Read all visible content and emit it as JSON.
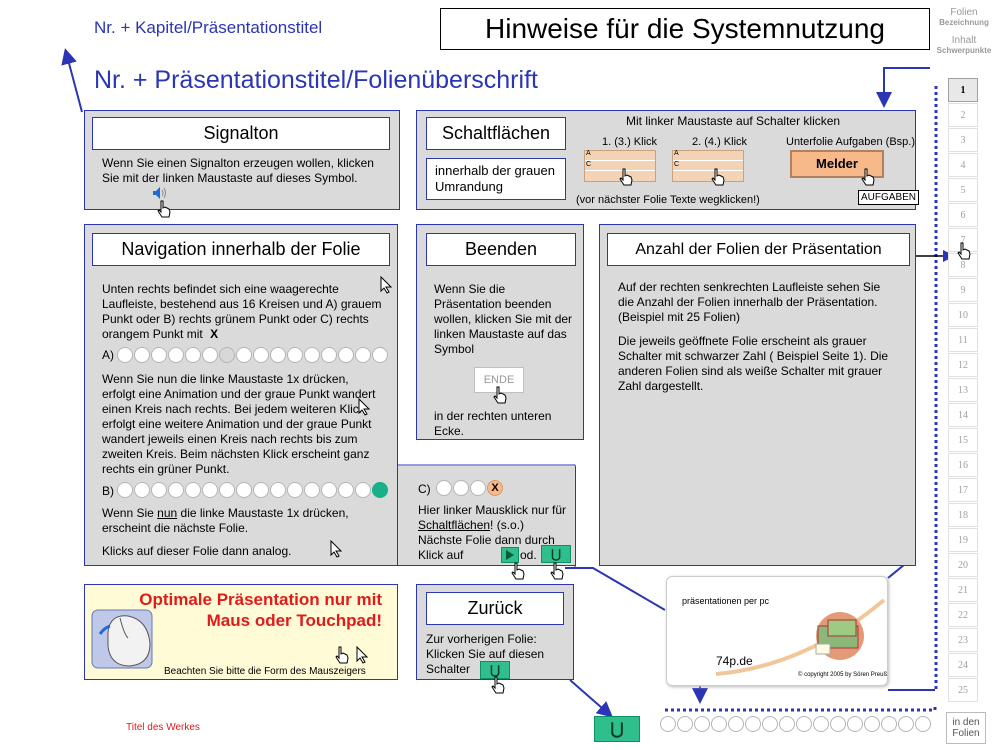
{
  "header": {
    "chapter": "Nr. + Kapitel/Präsentationstitel",
    "slide_title": "Nr. + Präsentationstitel/Folienüberschrift",
    "main_title": "Hinweise für die Systemnutzung",
    "corner_buttons": [
      {
        "line1": "Folien",
        "line2": "Bezeichnung"
      },
      {
        "line1": "Inhalt",
        "line2": "Schwerpunkte"
      }
    ]
  },
  "signalton": {
    "title": "Signalton",
    "text": "Wenn Sie einen Signalton erzeugen wollen, klicken Sie mit der linken Maustaste auf dieses Symbol."
  },
  "schaltflaechen": {
    "title": "Schaltflächen",
    "subtitle": "innerhalb der grauen Umrandung",
    "instruction": "Mit linker Maustaste auf Schalter klicken",
    "click1": "1. (3.) Klick",
    "click2": "2. (4.) Klick",
    "unterfolie": "Unterfolie Aufgaben (Bsp.)",
    "melder": "Melder",
    "note": "(vor nächster Folie Texte wegklicken!)",
    "aufgaben": "AUFGABEN",
    "mini_labels": [
      "A",
      "C",
      "▾"
    ]
  },
  "navigation": {
    "title": "Navigation innerhalb der Folie",
    "p1": "Unten rechts befindet sich eine waagerechte Laufleiste, bestehend aus 16 Kreisen und A)  grauem Punkt oder B) rechts grünem Punkt oder C) rechts orangem Punkt mit",
    "p1_x": "X",
    "label_a": "A)",
    "p2": "Wenn Sie nun die linke Maustaste 1x drücken, erfolgt eine Animation und der graue Punkt wandert einen Kreis nach rechts. Bei jedem weiteren Klick erfolgt eine weitere Animation und der graue Punkt wandert jeweils einen Kreis nach rechts bis zum zweiten Kreis. Beim nächsten Klick erscheint ganz rechts ein grüner Punkt.",
    "label_b": "B)",
    "p3_pre": "Wenn Sie ",
    "p3_nun": "nun",
    "p3_post": " die linke Maustaste 1x drücken, erscheint die nächste Folie.",
    "p4": "Klicks auf dieser Folie dann analog.",
    "label_c": "C)",
    "c_x": "X",
    "c_text_1": "Hier linker Mausklick nur für ",
    "c_text_link": "Schaltflächen",
    "c_text_2": "! (s.o.) Nächste Folie dann durch Klick auf",
    "c_text_od": "od."
  },
  "beenden": {
    "title": "Beenden",
    "text": "Wenn Sie die Präsentation beenden wollen, klicken Sie mit der linken Maustaste auf das Symbol",
    "ende": "ENDE",
    "text2": "in der rechten unteren Ecke."
  },
  "anzahl": {
    "title": "Anzahl der Folien der Präsentation",
    "p1": "Auf der rechten senkrechten Laufleiste sehen Sie die Anzahl der Folien innerhalb der Präsentation. (Beispiel mit 25 Folien)",
    "p2": "Die jeweils geöffnete Folie erscheint als grauer Schalter mit schwarzer Zahl ( Beispiel Seite 1). Die anderen Folien sind als weiße Schalter mit grauer Zahl dargestellt."
  },
  "optimal": {
    "title": "Optimale Präsentation nur mit Maus oder Touchpad!",
    "caption": "Beachten Sie bitte die Form des Mauszeigers"
  },
  "zurueck": {
    "title": "Zurück",
    "text": "Zur vorherigen Folie: Klicken Sie auf diesen Schalter"
  },
  "logo_card": {
    "tagline": "präsentationen per pc",
    "brand": "74p.de",
    "copyright": "© copyright 2005 by Sören Preuß"
  },
  "footer": {
    "work_title": "Titel des Werkes",
    "in_den_folien": "in den Folien"
  },
  "slides": [
    "1",
    "2",
    "3",
    "4",
    "5",
    "6",
    "7",
    "8",
    "9",
    "10",
    "11",
    "12",
    "13",
    "14",
    "15",
    "16",
    "17",
    "18",
    "19",
    "20",
    "21",
    "22",
    "23",
    "24",
    "25"
  ],
  "colors": {
    "accent_blue": "#2b35b5",
    "panel_gray": "#dadada",
    "red_title": "#e01b1b",
    "green_btn": "#2fbf8c",
    "orange": "#f7b88a"
  }
}
